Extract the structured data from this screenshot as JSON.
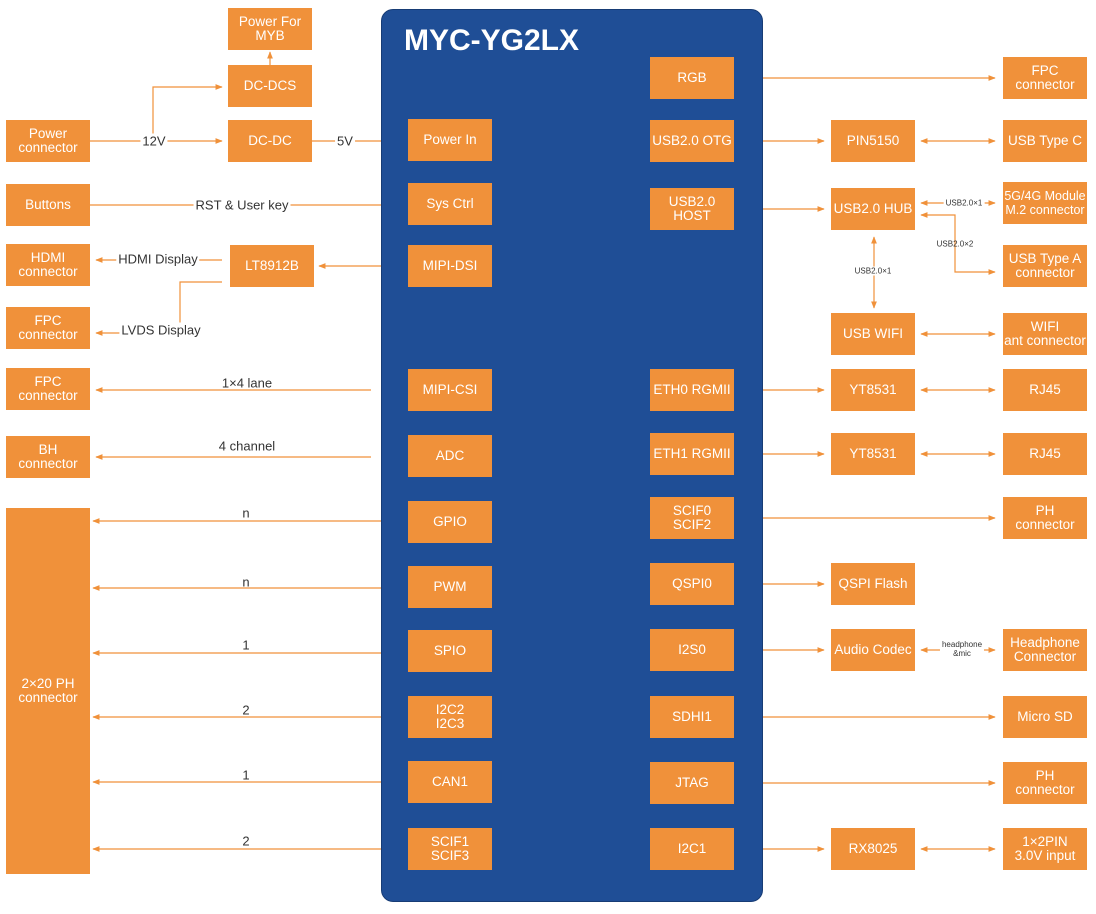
{
  "title": "MYC-YG2LX",
  "colors": {
    "board": "#1f4e96",
    "block": "#f0913a",
    "wire": "#f0913a",
    "text": "#333333"
  },
  "blocks": {
    "power_for_myb": "Power For\nMYB",
    "dc_dcs": "DC-DCS",
    "power_connector": "Power\nconnector",
    "dc_dc": "DC-DC",
    "buttons": "Buttons",
    "hdmi_connector": "HDMI\nconnector",
    "lt8912b": "LT8912B",
    "fpc_lvds": "FPC\nconnector",
    "fpc_csi": "FPC\nconnector",
    "bh_connector": "BH\nconnector",
    "ph_2x20": "2×20 PH\nconnector",
    "power_in": "Power In",
    "sys_ctrl": "Sys Ctrl",
    "mipi_dsi": "MIPI-DSI",
    "mipi_csi": "MIPI-CSI",
    "adc": "ADC",
    "gpio": "GPIO",
    "pwm": "PWM",
    "spio": "SPIO",
    "i2c23": "I2C2\nI2C3",
    "can1": "CAN1",
    "scif13": "SCIF1\nSCIF3",
    "rgb": "RGB",
    "usb_otg": "USB2.0 OTG",
    "usb_host": "USB2.0 HOST",
    "eth0": "ETH0 RGMII",
    "eth1": "ETH1 RGMII",
    "scif02": "SCIF0\nSCIF2",
    "qspi0": "QSPI0",
    "i2s0": "I2S0",
    "sdhi1": "SDHI1",
    "jtag": "JTAG",
    "i2c1": "I2C1",
    "pin5150": "PIN5150",
    "usb_hub": "USB2.0 HUB",
    "usb_wifi": "USB WIFI",
    "yt8531_0": "YT8531",
    "yt8531_1": "YT8531",
    "qspi_flash": "QSPI Flash",
    "audio_codec": "Audio Codec",
    "rx8025": "RX8025",
    "fpc_rgb": "FPC\nconnector",
    "usb_type_c": "USB Type C",
    "module_5g4g": "5G/4G Module\nM.2 connector",
    "usb_type_a": "USB Type A\nconnector",
    "wifi_ant": "WIFI\nant connector",
    "rj45_0": "RJ45",
    "rj45_1": "RJ45",
    "ph_scif": "PH\nconnector",
    "headphone_connector": "Headphone\nConnector",
    "micro_sd": "Micro SD",
    "ph_jtag": "PH\nconnector",
    "pin_1x2": "1×2PIN\n3.0V input"
  },
  "labels": {
    "v12": "12V",
    "v5": "5V",
    "rst_user_key": "RST & User key",
    "hdmi_display": "HDMI Display",
    "lvds_display": "LVDS Display",
    "lane_1x4": "1×4 lane",
    "channel_4": "4 channel",
    "gpio_n": "n",
    "pwm_n": "n",
    "spio_1": "1",
    "i2c_2": "2",
    "can_1": "1",
    "scif_2": "2",
    "usb20x1_module": "USB2.0×1",
    "usb20x2_typea": "USB2.0×2",
    "usb20x1_wifi": "USB2.0×1",
    "headphone_mic": "headphone\n&mic"
  }
}
